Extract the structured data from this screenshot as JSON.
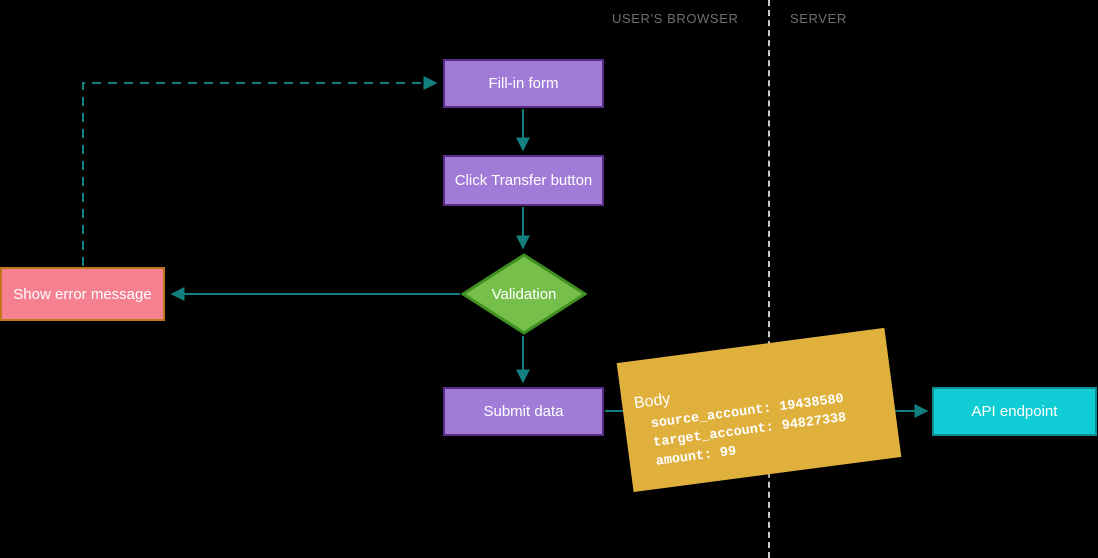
{
  "lanes": {
    "browser_label": "USER'S BROWSER",
    "server_label": "SERVER"
  },
  "nodes": {
    "fill_in_form": "Fill-in form",
    "click_transfer": "Click Transfer button",
    "validation": "Validation",
    "submit_data": "Submit data",
    "show_error": "Show error message",
    "api_endpoint": "API endpoint"
  },
  "note": {
    "title": "Body",
    "line1": "source_account: 19438580",
    "line2": "target_account: 94827338",
    "line3": "amount: 99"
  },
  "colors": {
    "background": "#000000",
    "purple_fill": "#a07cd8",
    "purple_border": "#5b2c86",
    "green_fill": "#76bf4a",
    "green_border": "#3f8f22",
    "salmon_fill": "#f58090",
    "salmon_border": "#c1761b",
    "teal_fill": "#10ccd4",
    "teal_border": "#0b8f96",
    "gold_fill": "#e0b03c",
    "connector": "#13807f",
    "lane_text": "#6e6e6e",
    "lane_divider": "#c9c9c9",
    "node_text": "#ffffff"
  }
}
